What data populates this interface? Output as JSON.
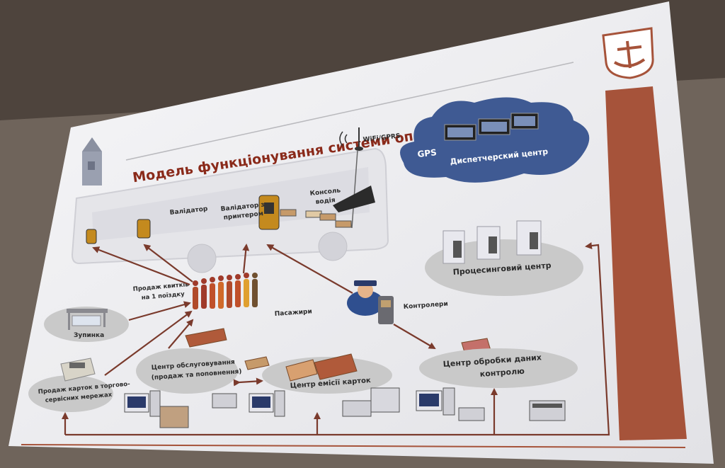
{
  "slide": {
    "title": "Модель функціонування системи оплати проїзду",
    "wifi_label": "WiFi/GPRS",
    "gps_label": "GPS",
    "dispatch_label": "Диспетчерский центр",
    "validator_label": "Валідатор",
    "validator_printer_label_1": "Валідатор з",
    "validator_printer_label_2": "принтером",
    "driver_console_label_1": "Консоль",
    "driver_console_label_2": "водія",
    "ticket_sale_label_1": "Продаж квитків",
    "ticket_sale_label_2": "на 1 поїздку",
    "passengers_label": "Пасажири",
    "inspectors_label": "Контролери",
    "processing_center_label": "Процесинговий центр",
    "stop_label": "Зупинка",
    "service_center_label_1": "Центр обслуговування",
    "service_center_label_2": "(продаж та поповнення)",
    "retail_sale_label_1": "Продаж карток в торгово-",
    "retail_sale_label_2": "сервісних мережах",
    "card_issue_label": "Центр емісії карток",
    "data_center_label_1": "Центр обробки даних",
    "data_center_label_2": "контролю"
  },
  "colors": {
    "title": "#8a2a1a",
    "arrow": "#7a3a2c",
    "ellipse": "#c9c9c9",
    "cloud": "#3f5a93",
    "sidebar": "#a6533a",
    "slide_bg": "#f1f1f3"
  },
  "icons": [
    "city-emblem-icon",
    "tower-icon",
    "antenna-icon",
    "bus-icon",
    "validator-icon",
    "console-icon",
    "passengers-icon",
    "inspector-icon",
    "server-icon",
    "bus-stop-icon",
    "pos-terminal-icon",
    "computer-icon",
    "printer-icon",
    "card-icon"
  ]
}
